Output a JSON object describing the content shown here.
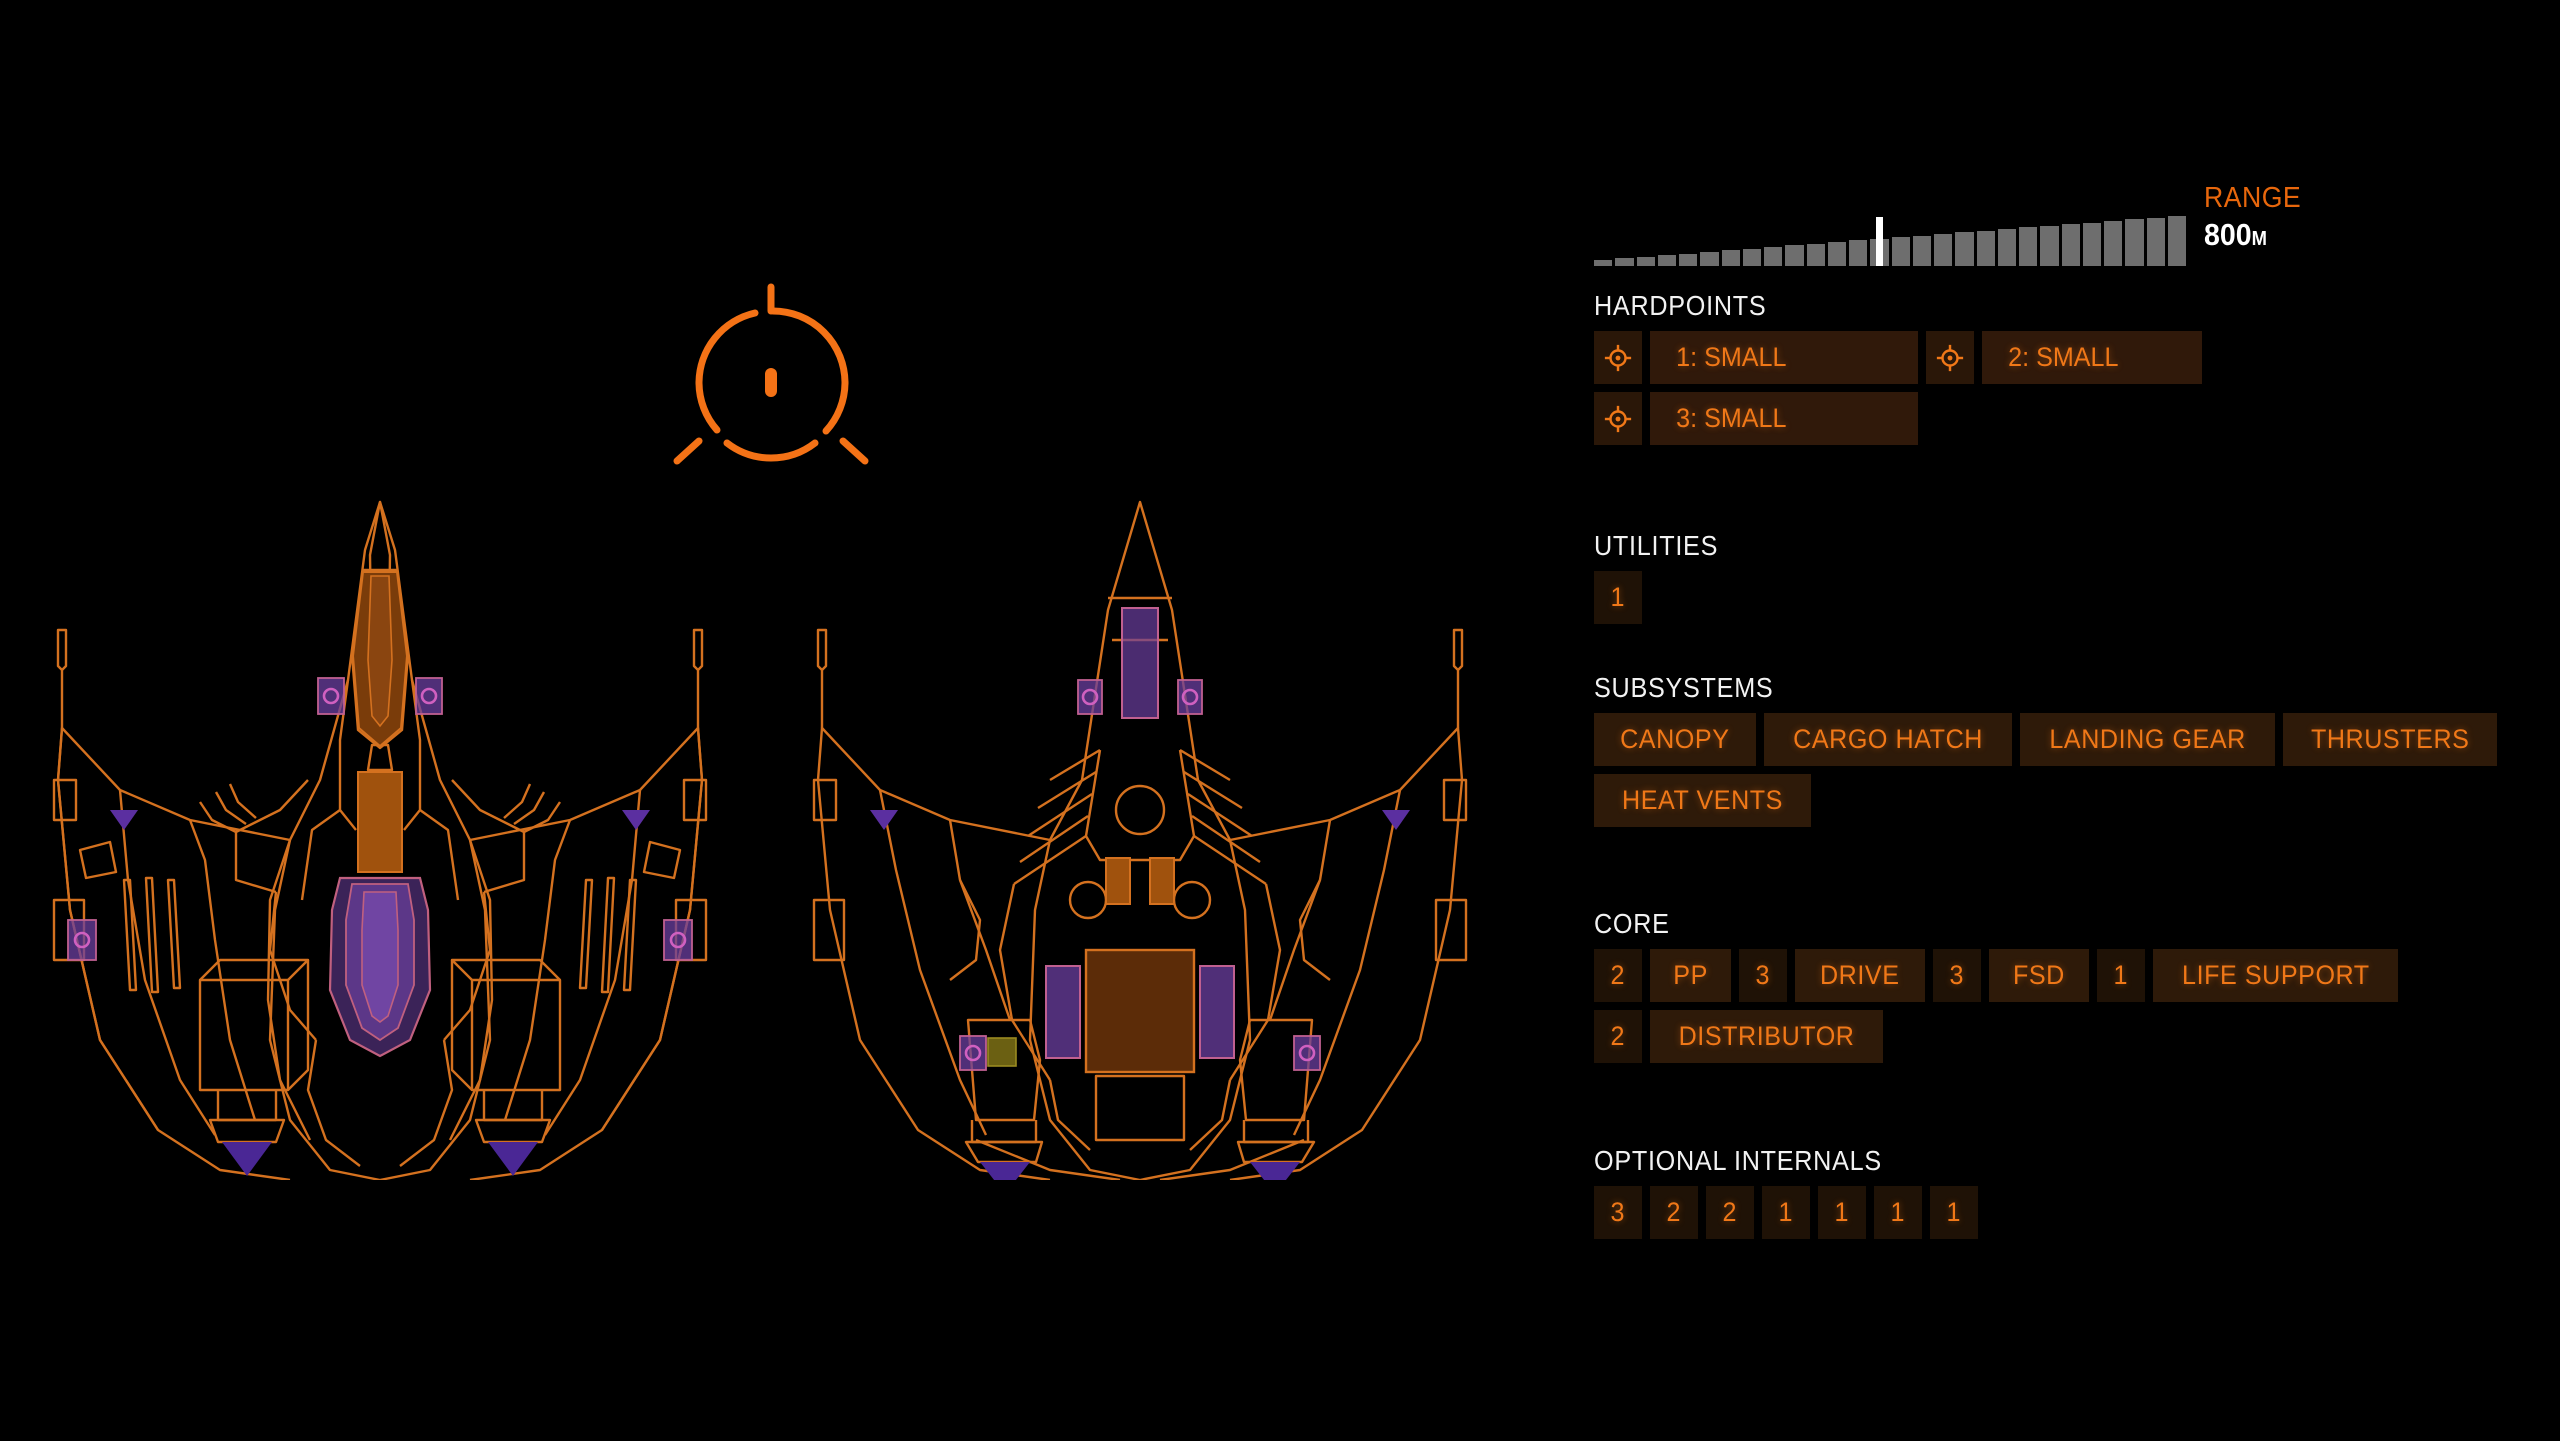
{
  "range": {
    "title": "RANGE",
    "value": "800",
    "unit": "M",
    "bar_count": 28,
    "marker_index": 13,
    "bar_color": "#6e6e6e",
    "marker_color": "#ffffff"
  },
  "sections": {
    "hardpoints": {
      "title": "HARDPOINTS",
      "rows": [
        [
          {
            "icon": "crosshair-icon",
            "label": "1: SMALL"
          },
          {
            "icon": "crosshair-icon",
            "label": "2: SMALL"
          }
        ],
        [
          {
            "icon": "crosshair-icon",
            "label": "3: SMALL"
          }
        ]
      ]
    },
    "utilities": {
      "title": "UTILITIES",
      "rows": [
        [
          {
            "size": "1"
          }
        ]
      ]
    },
    "subsystems": {
      "title": "SUBSYSTEMS",
      "rows": [
        [
          {
            "label": "CANOPY"
          },
          {
            "label": "CARGO HATCH"
          },
          {
            "label": "LANDING GEAR"
          },
          {
            "label": "THRUSTERS"
          }
        ],
        [
          {
            "label": "HEAT VENTS"
          }
        ]
      ]
    },
    "core": {
      "title": "CORE",
      "rows": [
        [
          {
            "size": "2",
            "label": "PP"
          },
          {
            "size": "3",
            "label": "DRIVE"
          },
          {
            "size": "3",
            "label": "FSD"
          },
          {
            "size": "1",
            "label": "LIFE SUPPORT"
          }
        ],
        [
          {
            "size": "2",
            "label": "DISTRIBUTOR"
          }
        ]
      ]
    },
    "optional_internals": {
      "title": "OPTIONAL INTERNALS",
      "rows": [
        [
          {
            "size": "3"
          },
          {
            "size": "2"
          },
          {
            "size": "2"
          },
          {
            "size": "1"
          },
          {
            "size": "1"
          },
          {
            "size": "1"
          },
          {
            "size": "1"
          }
        ]
      ]
    }
  },
  "schematic": {
    "reticle": "target-reticle-icon",
    "views": [
      {
        "name": "ship-top-view"
      },
      {
        "name": "ship-bottom-view"
      }
    ],
    "colors": {
      "outline": "#d4711f",
      "accent_orange": "#f07818",
      "highlight_purple": "#6b3fa0",
      "module_fill": "#7a3c0a",
      "background": "#000000"
    }
  }
}
